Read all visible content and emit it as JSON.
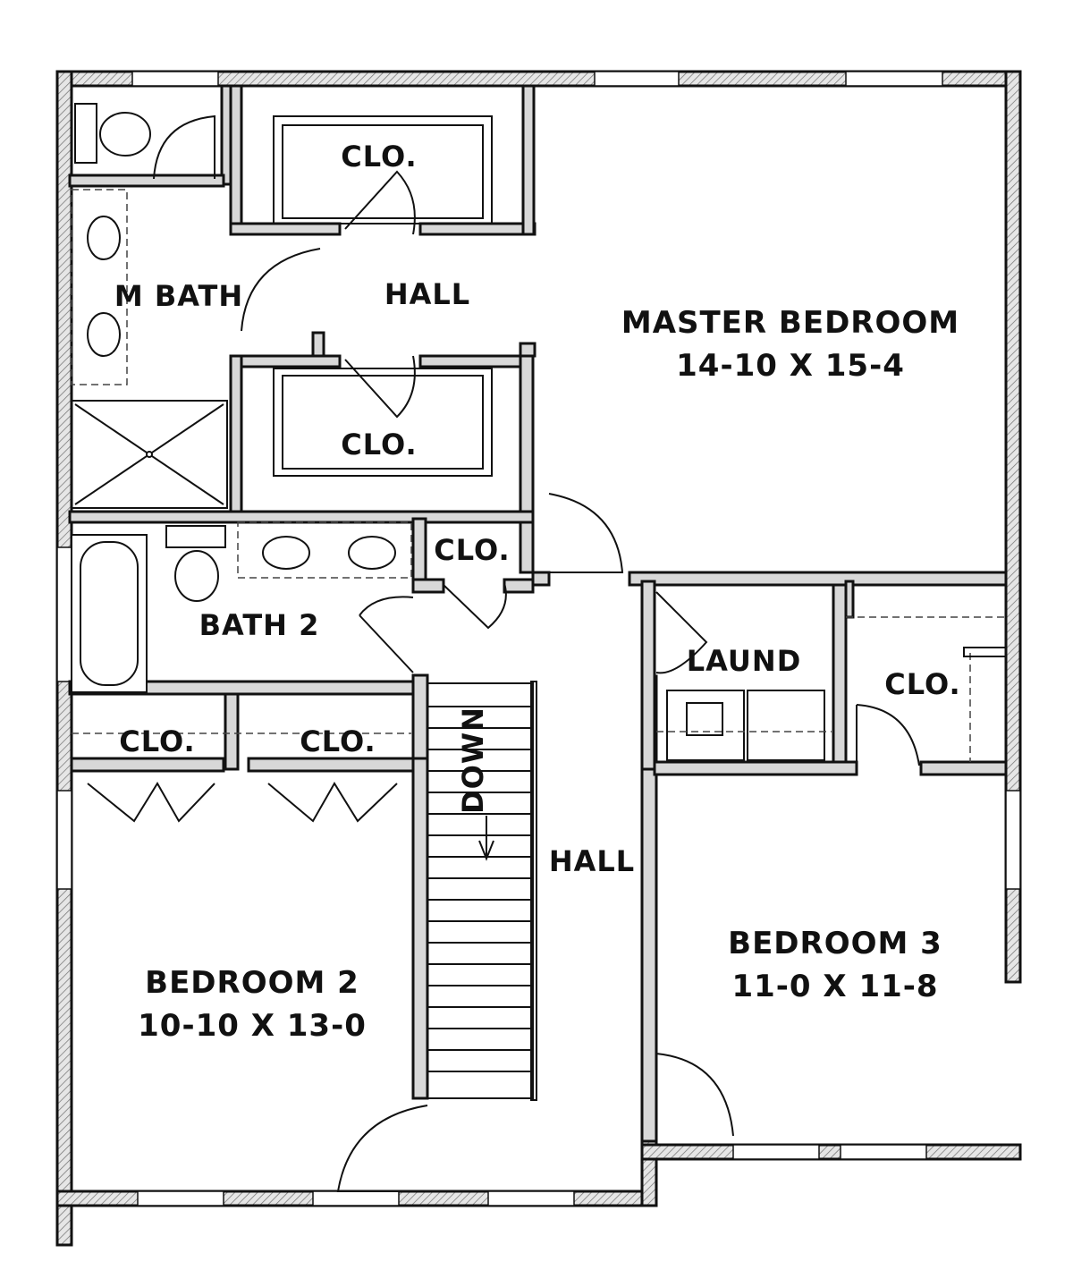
{
  "rooms": {
    "closet_top": "CLO.",
    "closet_mid": "CLO.",
    "closet_bath2": "CLO.",
    "closet_bed2_left": "CLO.",
    "closet_bed2_right": "CLO.",
    "closet_bed3": "CLO.",
    "master_bath": "M BATH",
    "hall_upper": "HALL",
    "hall_lower": "HALL",
    "master_bedroom": "MASTER BEDROOM",
    "master_bedroom_size": "14-10 X 15-4",
    "bath_2": "BATH 2",
    "laundry": "LAUND",
    "stairs_direction": "DOWN",
    "bedroom_2": "BEDROOM 2",
    "bedroom_2_size": "10-10 X 13-0",
    "bedroom_3": "BEDROOM 3",
    "bedroom_3_size": "11-0 X 11-8"
  },
  "colors": {
    "wall": "#d8d8d8",
    "line": "#111111",
    "background": "#ffffff"
  }
}
